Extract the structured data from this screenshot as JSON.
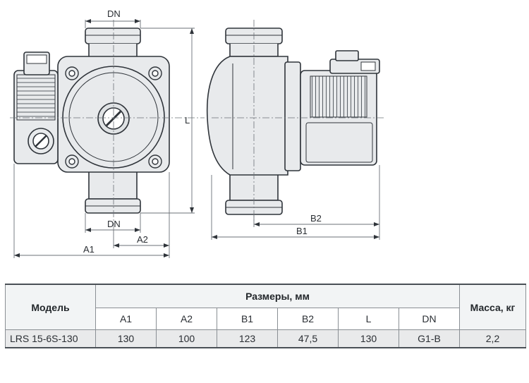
{
  "drawing": {
    "dim_labels": {
      "dn_top": "DN",
      "dn_bottom": "DN",
      "a1": "A1",
      "a2": "A2",
      "l": "L",
      "b1": "B1",
      "b2": "B2"
    }
  },
  "table": {
    "model_header": "Модель",
    "dimensions_header": "Размеры, мм",
    "mass_header": "Масса, кг",
    "columns": [
      "A1",
      "A2",
      "B1",
      "B2",
      "L",
      "DN"
    ],
    "rows": [
      {
        "model": "LRS 15-6S-130",
        "values": [
          "130",
          "100",
          "123",
          "47,5",
          "130",
          "G1-B"
        ],
        "mass": "2,2"
      }
    ]
  },
  "colors": {
    "body_fill": "#e8eaec",
    "line": "#2f343a",
    "dim_line": "#6b7177"
  }
}
